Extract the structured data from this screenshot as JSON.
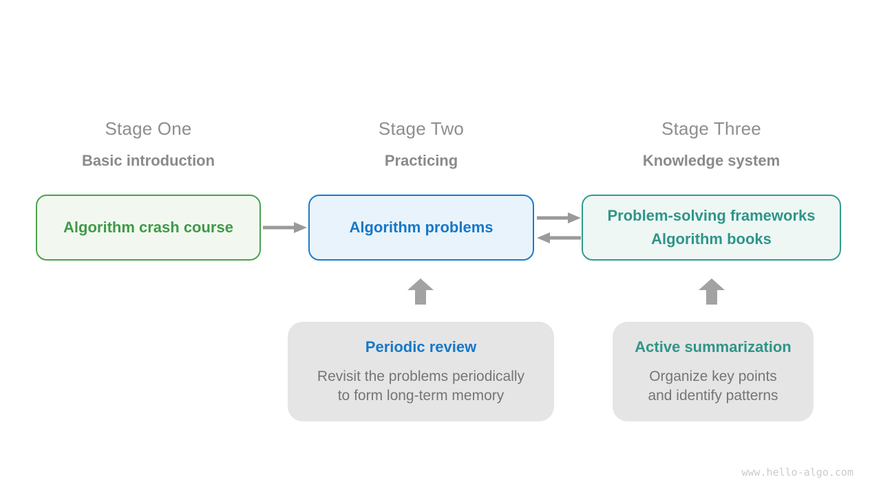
{
  "stages": [
    {
      "title": "Stage One",
      "subtitle": "Basic introduction",
      "box": {
        "lines": [
          "Algorithm crash course"
        ]
      }
    },
    {
      "title": "Stage Two",
      "subtitle": "Practicing",
      "box": {
        "lines": [
          "Algorithm problems"
        ]
      },
      "note": {
        "title": "Periodic review",
        "body_line1": "Revisit the problems periodically",
        "body_line2": "to form long-term memory"
      }
    },
    {
      "title": "Stage Three",
      "subtitle": "Knowledge system",
      "box": {
        "lines": [
          "Problem-solving frameworks",
          "Algorithm books"
        ]
      },
      "note": {
        "title": "Active summarization",
        "body_line1": "Organize key points",
        "body_line2": "and identify patterns"
      }
    }
  ],
  "watermark": "www.hello-algo.com",
  "colors": {
    "stage_heading": "#8e8e8e",
    "stage_subtitle": "#8a8a8a",
    "green_text": "#3f9a48",
    "green_border": "#4ba04f",
    "green_bg": "#f2f8f0",
    "blue_text": "#1578c8",
    "blue_border": "#1b7ac9",
    "blue_bg": "#e9f3fb",
    "teal_text": "#2f9588",
    "teal_border": "#2e9c8e",
    "teal_bg": "#eef7f4",
    "note_bg": "#e5e5e5",
    "note_body_text": "#757575",
    "arrow": "#9a9a9a",
    "watermark": "#cbcbcb"
  }
}
